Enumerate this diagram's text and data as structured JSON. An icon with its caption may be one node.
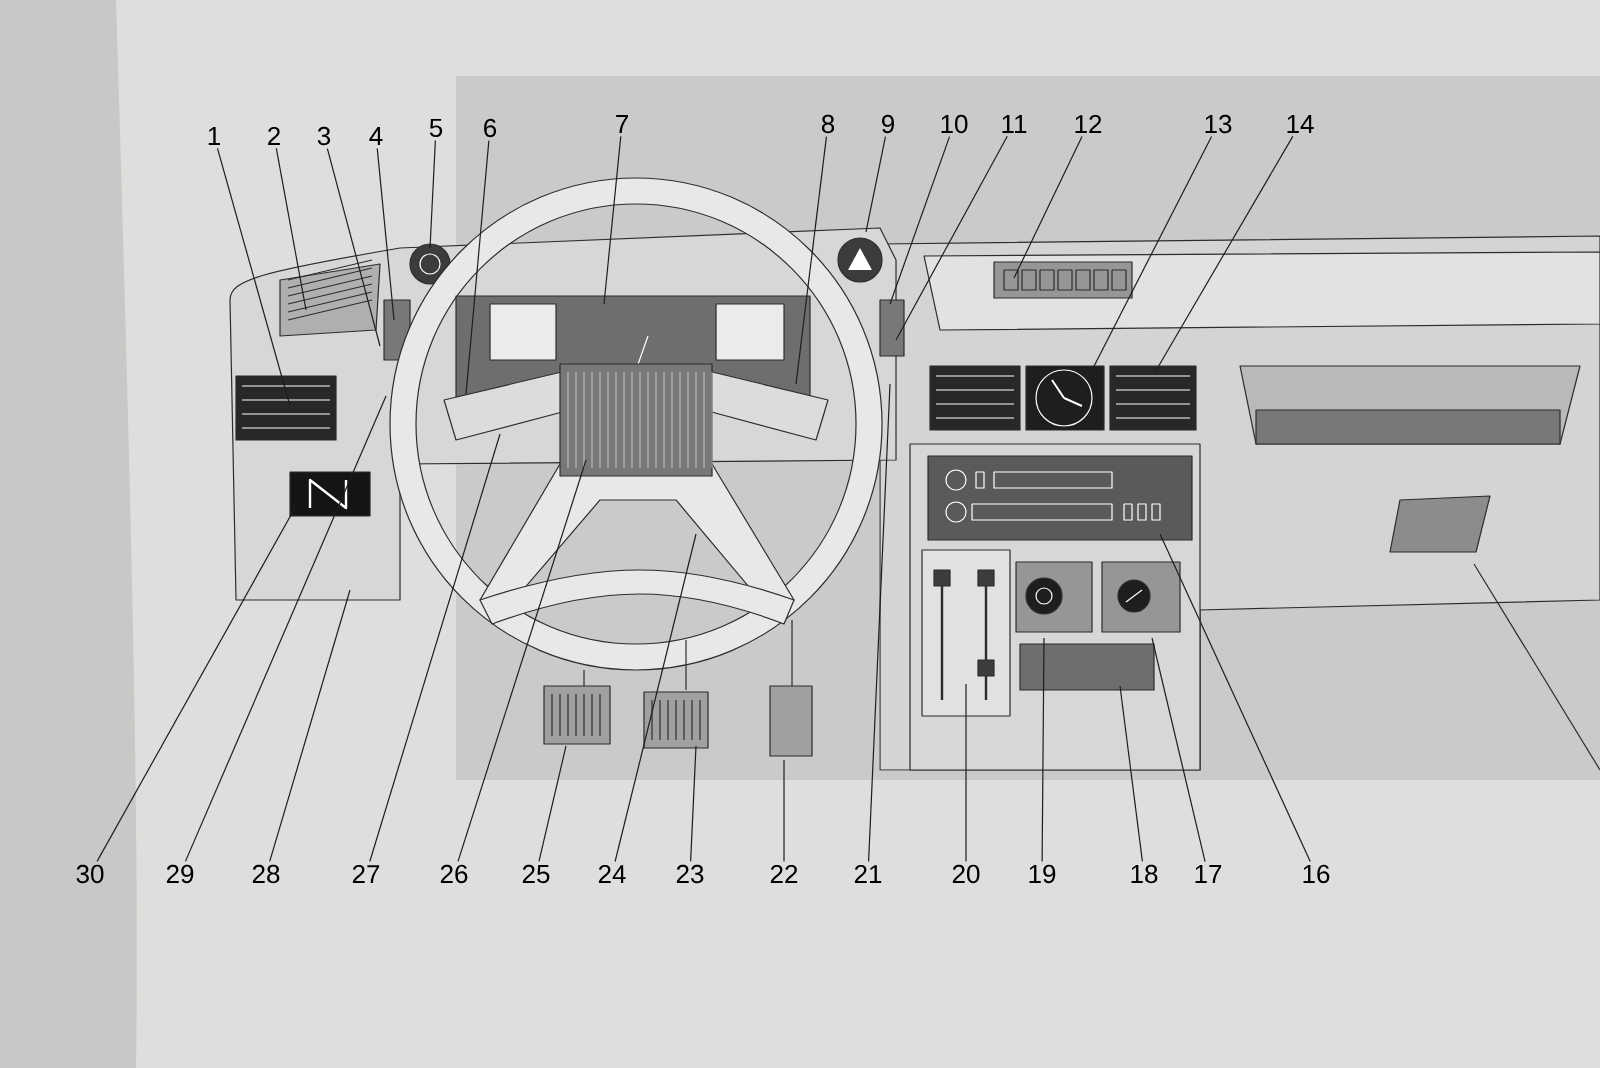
{
  "diagram": {
    "nodes": [
      {
        "text": [
          "1"
        ]
      },
      {
        "text": [
          "2"
        ]
      },
      {
        "text": [
          "3"
        ]
      },
      {
        "text": [
          "4"
        ]
      },
      {
        "text": [
          "5"
        ]
      },
      {
        "text": [
          "6"
        ]
      },
      {
        "text": [
          "7"
        ]
      },
      {
        "text": [
          "8"
        ]
      },
      {
        "text": [
          "9"
        ]
      },
      {
        "text": [
          "10"
        ]
      },
      {
        "text": [
          "11"
        ]
      },
      {
        "text": [
          "12"
        ]
      },
      {
        "text": [
          "13"
        ]
      },
      {
        "text": [
          "14"
        ]
      },
      {
        "text": [
          "30"
        ]
      },
      {
        "text": [
          "29"
        ]
      },
      {
        "text": [
          "28"
        ]
      },
      {
        "text": [
          "27"
        ]
      },
      {
        "text": [
          "26"
        ]
      },
      {
        "text": [
          "25"
        ]
      },
      {
        "text": [
          "24"
        ]
      },
      {
        "text": [
          "23"
        ]
      },
      {
        "text": [
          "22"
        ]
      },
      {
        "text": [
          "21"
        ]
      },
      {
        "text": [
          "20"
        ]
      },
      {
        "text": [
          "19"
        ]
      },
      {
        "text": [
          "18"
        ]
      },
      {
        "text": [
          "17"
        ]
      },
      {
        "text": [
          "16"
        ]
      }
    ],
    "edges": [
      {
        "from": 0,
        "to": null,
        "arrow": "none"
      },
      {
        "from": 1,
        "to": null,
        "arrow": "none"
      },
      {
        "from": 2,
        "to": null,
        "arrow": "none"
      },
      {
        "from": 3,
        "to": null,
        "arrow": "none"
      },
      {
        "from": 4,
        "to": null,
        "arrow": "none"
      },
      {
        "from": 5,
        "to": null,
        "arrow": "none"
      },
      {
        "from": 6,
        "to": null,
        "arrow": "none"
      },
      {
        "from": 7,
        "to": null,
        "arrow": "none"
      },
      {
        "from": 8,
        "to": null,
        "arrow": "none"
      },
      {
        "from": 9,
        "to": null,
        "arrow": "none"
      },
      {
        "from": 10,
        "to": null,
        "arrow": "none"
      },
      {
        "from": 11,
        "to": null,
        "arrow": "none"
      },
      {
        "from": 12,
        "to": null,
        "arrow": "none"
      },
      {
        "from": 13,
        "to": null,
        "arrow": "none"
      },
      {
        "from": 14,
        "to": null,
        "arrow": "none"
      },
      {
        "from": 15,
        "to": null,
        "arrow": "none"
      },
      {
        "from": 16,
        "to": null,
        "arrow": "none"
      },
      {
        "from": 17,
        "to": null,
        "arrow": "none"
      },
      {
        "from": 18,
        "to": null,
        "arrow": "none"
      },
      {
        "from": 19,
        "to": null,
        "arrow": "none"
      },
      {
        "from": 20,
        "to": null,
        "arrow": "none"
      },
      {
        "from": 21,
        "to": null,
        "arrow": "none"
      },
      {
        "from": 22,
        "to": null,
        "arrow": "none"
      },
      {
        "from": 23,
        "to": null,
        "arrow": "none"
      },
      {
        "from": 24,
        "to": null,
        "arrow": "none"
      },
      {
        "from": 25,
        "to": null,
        "arrow": "none"
      },
      {
        "from": 26,
        "to": null,
        "arrow": "none"
      },
      {
        "from": 27,
        "to": null,
        "arrow": "none"
      },
      {
        "from": 28,
        "to": null,
        "arrow": "none"
      }
    ]
  }
}
